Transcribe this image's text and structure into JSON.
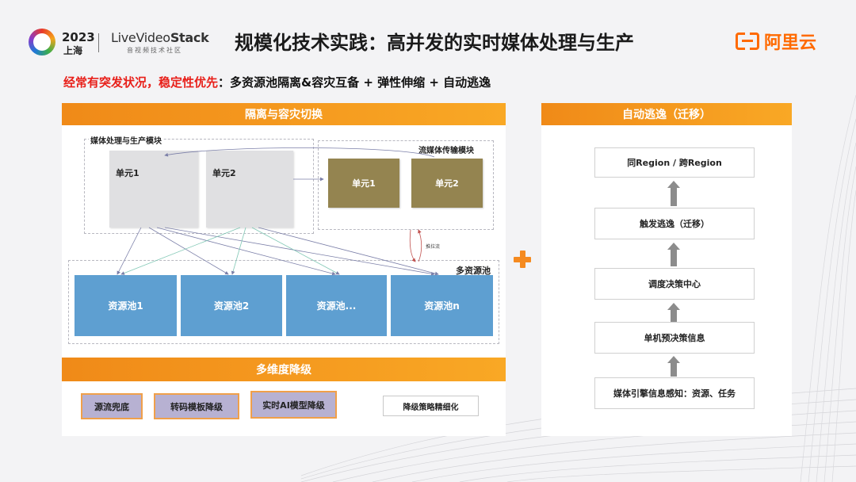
{
  "header": {
    "logo_year": "2023",
    "logo_city": "上海",
    "brand_prefix": "LiveVideo",
    "brand_suffix": "Stack",
    "brand_sub": "音视频技术社区",
    "title": "规模化技术实践：高并发的实时媒体处理与生产",
    "partner_logo_text": "阿里云"
  },
  "subtitle": {
    "highlight": "经常有突发状况，稳定性优先",
    "rest": "：多资源池隔离&容灾互备 + 弹性伸缩 + 自动逃逸"
  },
  "isolation": {
    "header": "隔离与容灾切换",
    "media_module_label": "媒体处理与生产模块",
    "stream_module_label": "流媒体传输模块",
    "media_units": [
      "单元1",
      "单元2"
    ],
    "stream_units": [
      "单元1",
      "单元2"
    ],
    "push_pull_label": "推拉流",
    "pool_group_label": "多资源池",
    "pools": [
      "资源池1",
      "资源池2",
      "资源池...",
      "资源池n"
    ]
  },
  "degrade": {
    "header": "多维度降级",
    "items": [
      "源流兜底",
      "转码模板降级",
      "实时AI模型降级"
    ],
    "policy": "降级策略精细化"
  },
  "escape": {
    "header": "自动逃逸（迁移）",
    "steps": [
      "同Region / 跨Region",
      "触发逃逸（迁移）",
      "调度决策中心",
      "单机预决策信息",
      "媒体引擎信息感知：资源、任务"
    ]
  },
  "colors": {
    "accent_orange": "#f39a1e",
    "pool_blue": "#5e9fd1",
    "unit_olive": "#948450",
    "partner_orange": "#ff6a00",
    "subtitle_red": "#e8201a"
  }
}
